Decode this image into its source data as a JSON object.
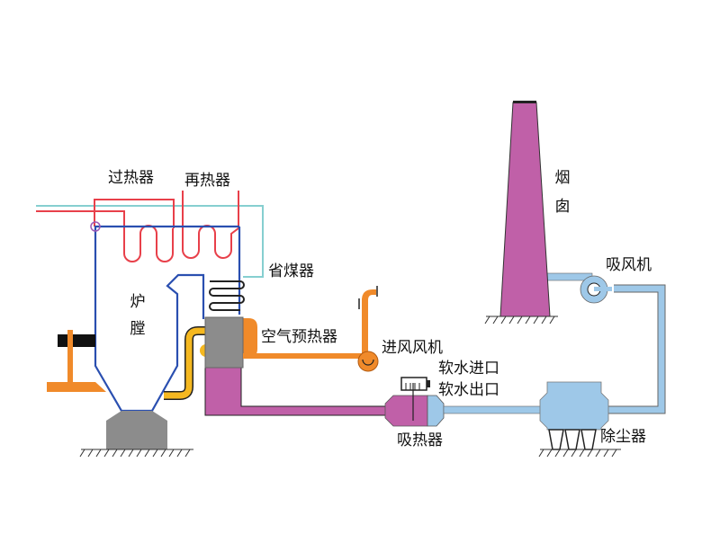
{
  "diagram": {
    "title": "",
    "colors": {
      "furnace_outline": "#2a4fb0",
      "superheater_pipe": "#e8404a",
      "feedwater_pipe": "#86cfd0",
      "air_duct": "#f08a2a",
      "hot_air_duct": "#f5b820",
      "flue_gas_duct": "#c060a8",
      "clean_gas_duct": "#9ec8e8",
      "equipment_gray": "#8c8c8c",
      "outline": "#222222"
    },
    "labels": {
      "superheater": "过热器",
      "reheater": "再热器",
      "economizer": "省煤器",
      "furnace": [
        "炉",
        "膛"
      ],
      "air_preheater": "空气预热器",
      "forced_draft_fan": "进风风机",
      "soft_water_inlet": "软水进口",
      "soft_water_outlet": "软水出口",
      "heat_absorber": "吸热器",
      "dust_collector": "除尘器",
      "induced_draft_fan": "吸风机",
      "chimney": [
        "烟",
        "囱"
      ]
    }
  }
}
